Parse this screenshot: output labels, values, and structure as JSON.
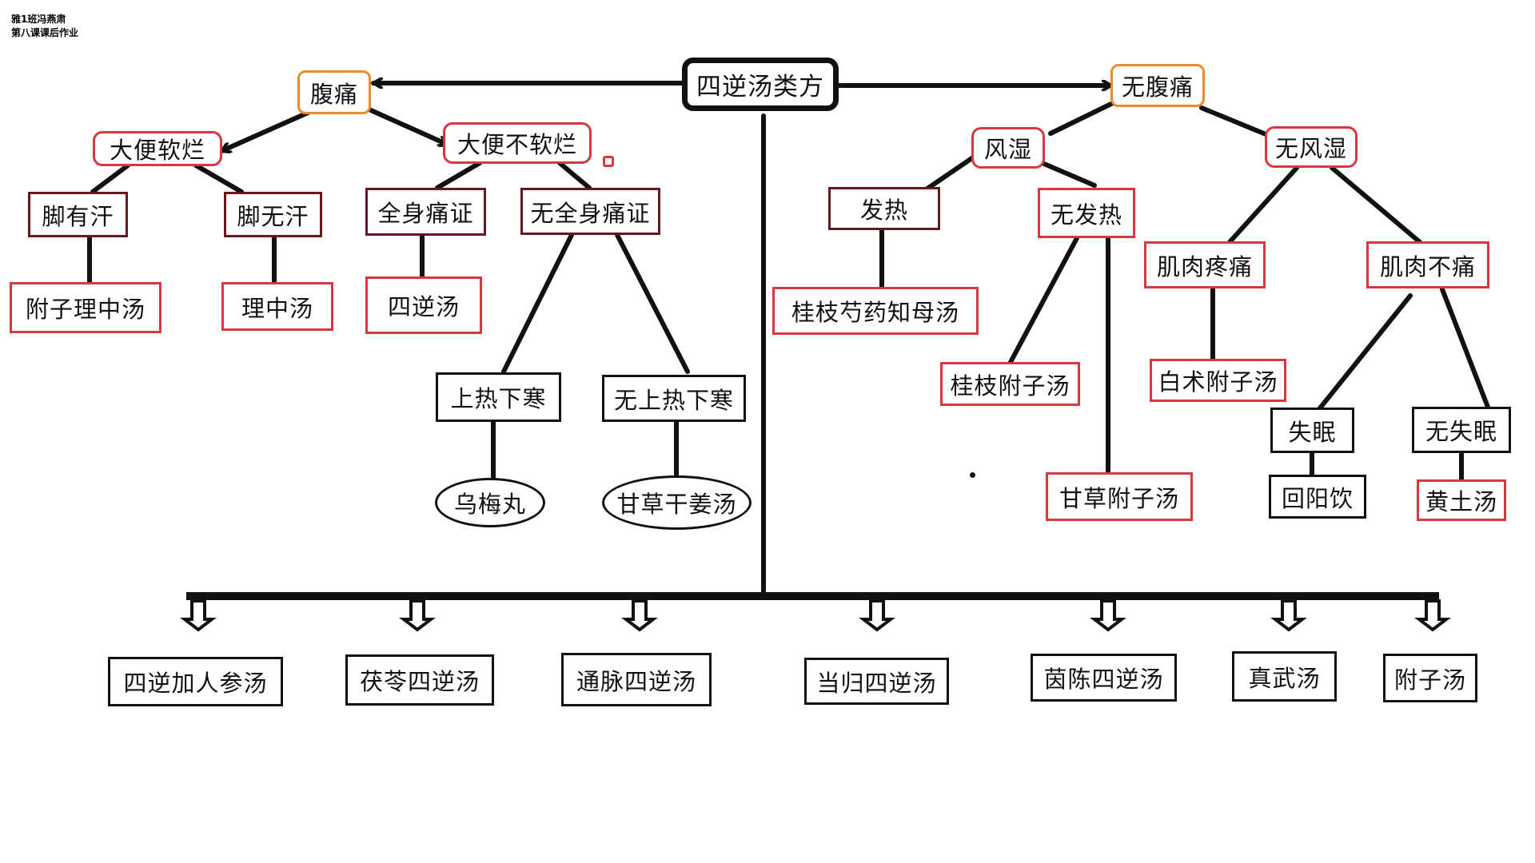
{
  "header": {
    "line1": "雅1班冯燕肃",
    "line2": "第八课课后作业"
  },
  "colors": {
    "line": "#111111",
    "dark_border": "#6b1520",
    "red_border": "#d7383f",
    "orange_border": "#ee8a2b"
  },
  "nodes": {
    "root": "四逆汤类方",
    "fu_tong": "腹痛",
    "wu_fu_tong": "无腹痛",
    "da_bian_ruan_lan": "大便软烂",
    "da_bian_bu_ruan_lan": "大便不软烂",
    "jiao_you_han": "脚有汗",
    "jiao_wu_han": "脚无汗",
    "fu_zi_li_zhong_tang": "附子理中汤",
    "li_zhong_tang": "理中汤",
    "quan_shen_tong_zheng": "全身痛证",
    "wu_quan_shen_tong_zheng": "无全身痛证",
    "si_ni_tang": "四逆汤",
    "shang_re_xia_han": "上热下寒",
    "wu_shang_re_xia_han": "无上热下寒",
    "wu_mei_wan": "乌梅丸",
    "gan_cao_gan_jiang_tang": "甘草干姜汤",
    "feng_shi": "风湿",
    "wu_feng_shi": "无风湿",
    "fa_re": "发热",
    "wu_fa_re": "无发热",
    "gui_zhi_shao_yao_zhi_mu_tang": "桂枝芍药知母汤",
    "gui_zhi_fu_zi_tang": "桂枝附子汤",
    "gan_cao_fu_zi_tang": "甘草附子汤",
    "ji_rou_teng_tong": "肌肉疼痛",
    "ji_rou_bu_tong": "肌肉不痛",
    "bai_zhu_fu_zi_tang": "白术附子汤",
    "shi_mian": "失眠",
    "wu_shi_mian": "无失眠",
    "hui_yang_yin": "回阳饮",
    "huang_tu_tang": "黄土汤"
  },
  "bottom_items": [
    "四逆加人参汤",
    "茯苓四逆汤",
    "通脉四逆汤",
    "当归四逆汤",
    "茵陈四逆汤",
    "真武汤",
    "附子汤"
  ]
}
